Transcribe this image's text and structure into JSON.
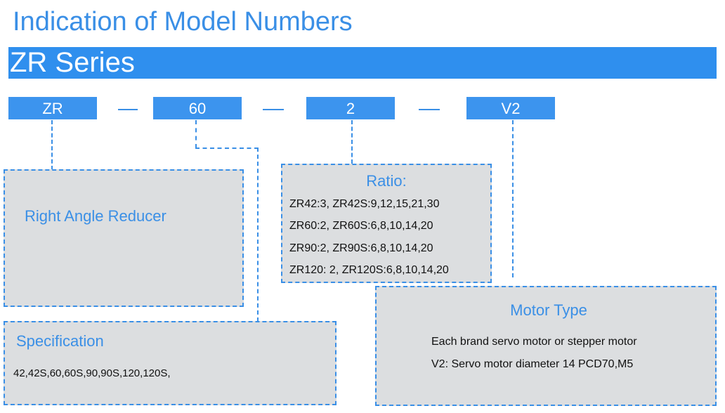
{
  "title": "Indication of Model Numbers",
  "series": "ZR Series",
  "code": {
    "series": "ZR",
    "size": "60",
    "stage": "2",
    "motor": "V2"
  },
  "right_angle": {
    "label": "Right Angle Reducer"
  },
  "ratio": {
    "heading": "Ratio:",
    "lines": [
      "ZR42:3, ZR42S:9,12,15,21,30",
      "ZR60:2, ZR60S:6,8,10,14,20",
      "ZR90:2, ZR90S:6,8,10,14,20",
      "ZR120: 2, ZR120S:6,8,10,14,20"
    ]
  },
  "motor_type": {
    "heading": "Motor Type",
    "lines": [
      "Each brand servo motor or stepper motor",
      "V2: Servo motor diameter 14 PCD70,M5"
    ]
  },
  "specification": {
    "heading": "Specification",
    "value": "42,42S,60,60S,90,90S,120,120S,"
  },
  "colors": {
    "accent": "#3a8fe6",
    "bar": "#2f8fee",
    "panel": "#dcdee0"
  }
}
